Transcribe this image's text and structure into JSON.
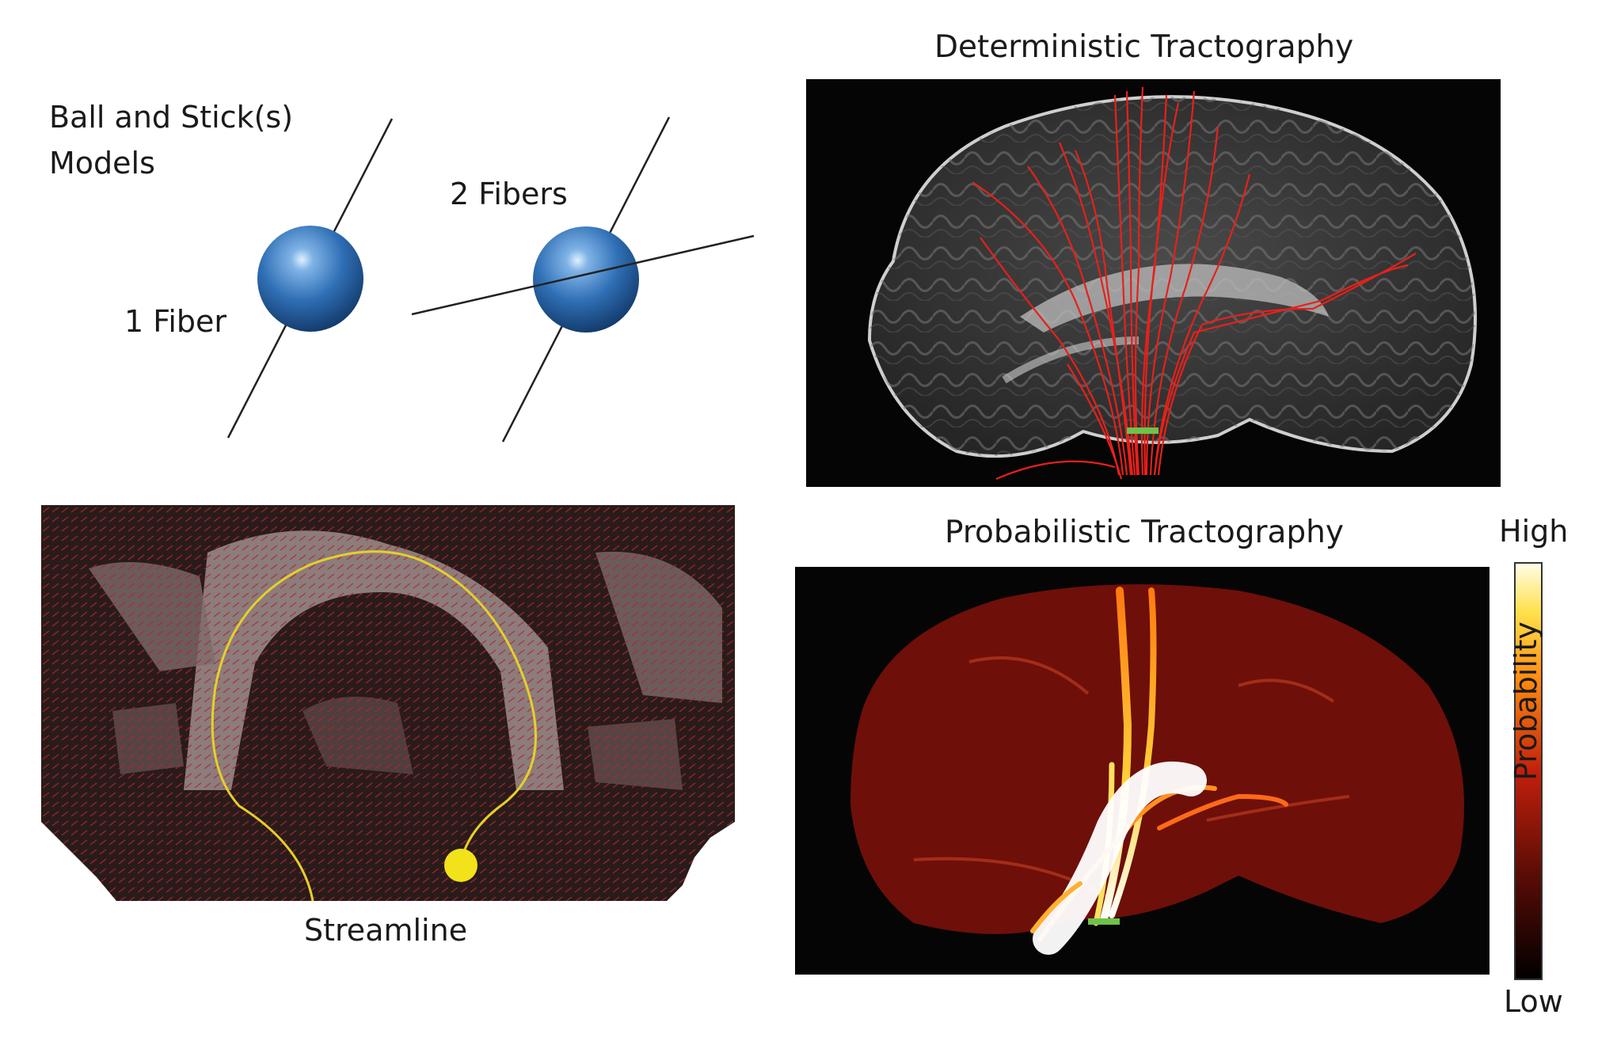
{
  "models": {
    "title_line1": "Ball and Stick(s)",
    "title_line2": "Models",
    "one_fiber": "1 Fiber",
    "two_fibers": "2 Fibers"
  },
  "streamline": {
    "label": "Streamline"
  },
  "deterministic": {
    "title": "Deterministic Tractography"
  },
  "probabilistic": {
    "title": "Probabilistic Tractography"
  },
  "colorbar": {
    "high": "High",
    "low": "Low",
    "axis_label": "Probability"
  },
  "colors": {
    "sphere": "#2f6fb5",
    "fiber_tract": "#e8201a",
    "seed_marker": "#6fc24a",
    "streamline": "#e6cf2a",
    "seed_point": "#f2e21a",
    "background_dark": "#050505"
  }
}
